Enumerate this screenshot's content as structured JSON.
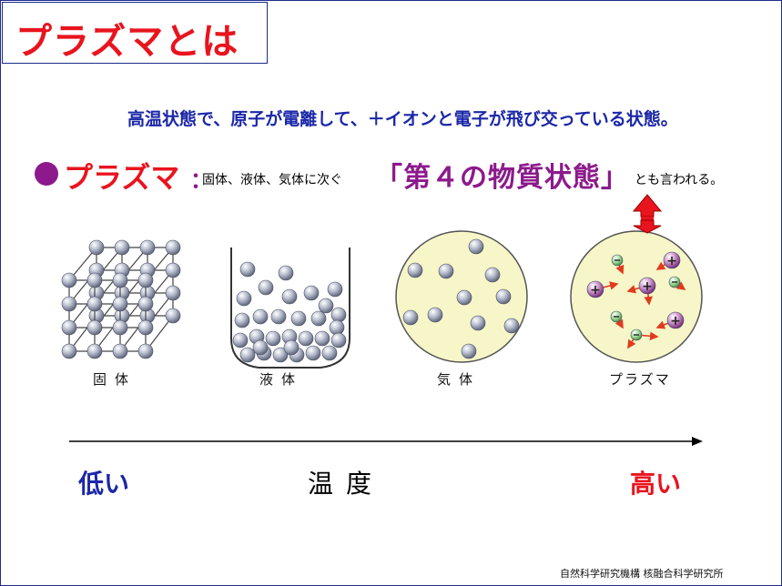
{
  "title": "プラズマとは",
  "definition": "高温状態で、原子が電離して、＋イオンと電子が飛び交っている状態。",
  "plasma_label": "プラズマ",
  "colon": "：",
  "states_text": "固体、液体、気体に次ぐ",
  "fourth_state": "「第４の物質状態」",
  "also_said": "とも言われる。",
  "captions": {
    "solid": "固体",
    "liquid": "液体",
    "gas": "気体",
    "plasma": "プラズマ"
  },
  "temperature_label": "温度",
  "low_label": "低い",
  "high_label": "高い",
  "footer": "自然科学研究機構 核融合科学研究所",
  "colors": {
    "title_red": "#e8141e",
    "definition_blue": "#1b27a8",
    "purple": "#8c1a8c",
    "arrow_red": "#e8141e",
    "circle_fill": "#f6f6c8"
  },
  "icons": [
    "red-double-arrow-icon",
    "positive-ion-icon",
    "electron-icon",
    "atom-sphere-icon"
  ]
}
